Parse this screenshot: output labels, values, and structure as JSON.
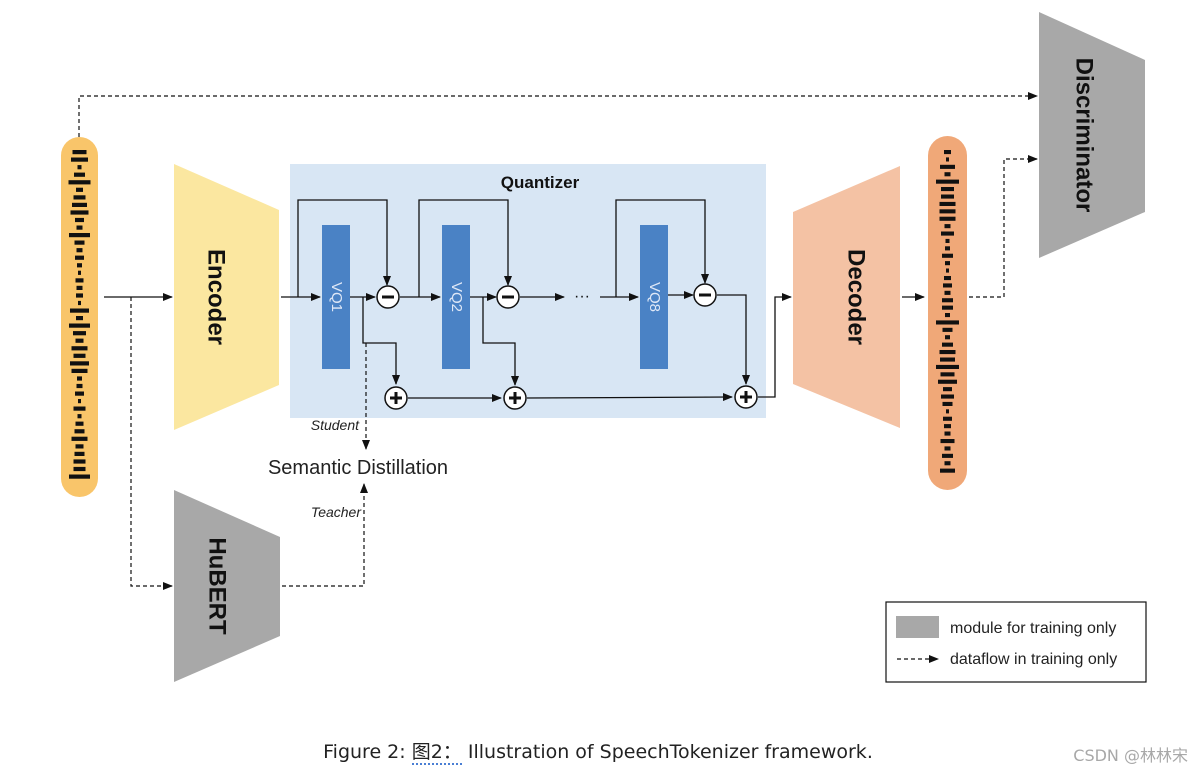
{
  "diagram": {
    "modules": {
      "encoder": "Encoder",
      "decoder": "Decoder",
      "discriminator": "Discriminator",
      "hubert": "HuBERT",
      "quantizer": "Quantizer"
    },
    "vq_blocks": [
      "VQ1",
      "VQ2",
      "VQ8"
    ],
    "ellipsis": "···",
    "semantic_distillation": "Semantic Distillation",
    "student": "Student",
    "teacher": "Teacher",
    "colors": {
      "encoder": "#fbe7a0",
      "decoder": "#f4c2a4",
      "training_only_module": "#a8a8a8",
      "quantizer_bg": "#d8e6f4",
      "vq_block": "#4a82c5",
      "input_waveform_bg": "#f9c56a",
      "output_waveform_bg": "#f0a878"
    }
  },
  "legend": {
    "module_label": "module for training only",
    "dataflow_label": "dataflow in training only"
  },
  "caption": {
    "prefix": "Figure 2:",
    "ref": "图2：",
    "text": "Illustration of SpeechTokenizer framework."
  },
  "watermark": "CSDN @林林宋"
}
